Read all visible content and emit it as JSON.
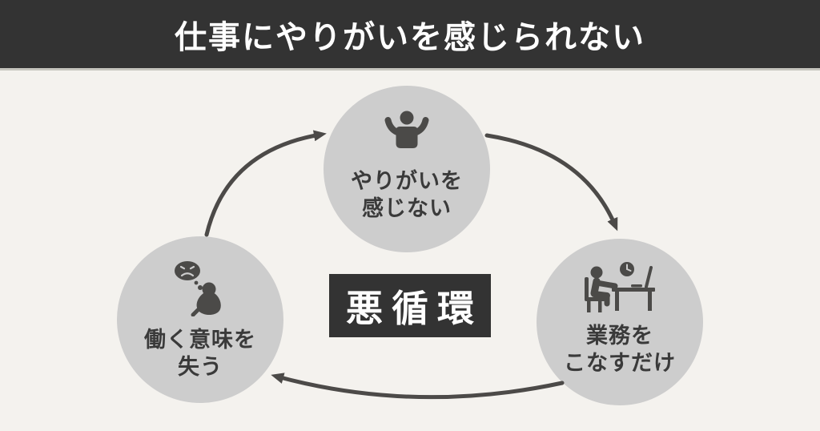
{
  "header": {
    "title": "仕事にやりがいを感じられない"
  },
  "diagram": {
    "center_label": "悪循環",
    "nodes": {
      "top": {
        "icon": "person-arms-raised-icon",
        "label_lines": [
          "やりがいを",
          "感じない"
        ]
      },
      "right": {
        "icon": "person-at-desk-icon",
        "label_lines": [
          "業務を",
          "こなすだけ"
        ]
      },
      "left": {
        "icon": "despair-thought-icon",
        "label_lines": [
          "働く意味を",
          "失う"
        ]
      }
    },
    "cycle_order": [
      "やりがいを感じない",
      "業務をこなすだけ",
      "働く意味を失う"
    ],
    "colors": {
      "background": "#f4f2ee",
      "header_bg": "#333333",
      "header_text": "#ffffff",
      "circle_fill": "#cdcdcd",
      "icon_and_arrow": "#4b4a48",
      "node_text": "#3a3a3a",
      "center_box_bg": "#333333",
      "center_box_text": "#ffffff"
    }
  }
}
